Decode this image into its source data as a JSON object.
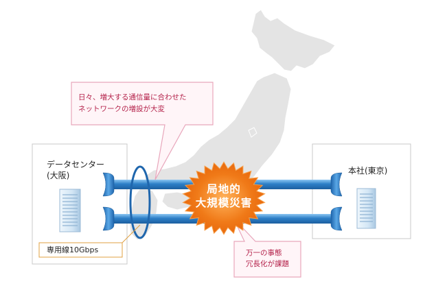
{
  "callout_top": {
    "line1": "日々、増大する通信量に合わせた",
    "line2": "ネットワークの増設が大変"
  },
  "datacenter": {
    "line1": "データセンター",
    "line2": "(大阪)"
  },
  "headquarters": {
    "label": "本社(東京)"
  },
  "disaster": {
    "line1": "局地的",
    "line2": "大規模災害"
  },
  "bandwidth": {
    "label": "専用線10Gbps"
  },
  "callout_bottom": {
    "line1": "万一の事態",
    "line2": "冗長化が課題"
  },
  "colors": {
    "line_blue": "#2d7fc7",
    "callout_border": "#e8a6bb",
    "callout_fill": "#fff5f8",
    "callout_text": "#b4234b",
    "disaster_orange": "#f07a18",
    "map_gray": "#e4e4e4",
    "box_border": "#c8c8c8",
    "bandwidth_border": "#e0a040"
  }
}
